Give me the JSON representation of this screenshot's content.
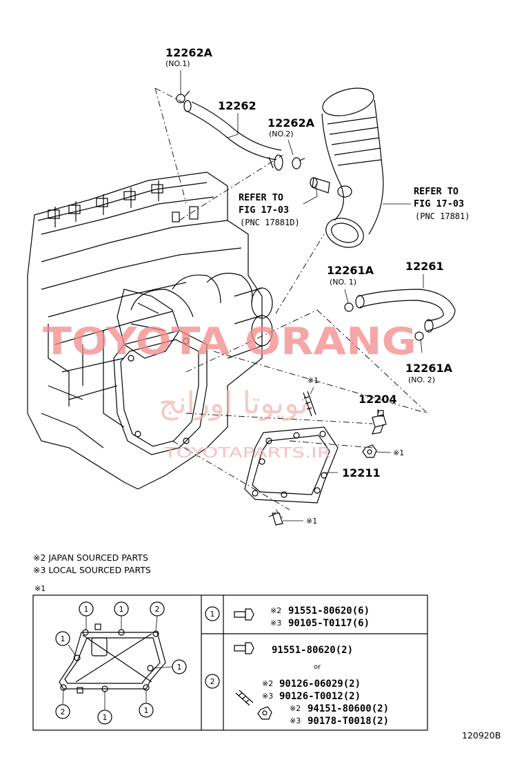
{
  "labels": {
    "p12262a_top": "12262A",
    "p12262a_top_sub": "(NO.1)",
    "p12262": "12262",
    "p12262a_mid": "12262A",
    "p12262a_mid_sub": "(NO.2)",
    "refer_left_1": "REFER TO",
    "refer_left_2": "FIG 17-03",
    "refer_left_3": "(PNC 17881D)",
    "refer_right_1": "REFER TO",
    "refer_right_2": "FIG 17-03",
    "refer_right_3": "(PNC 17881)",
    "p12261a_top": "12261A",
    "p12261a_top_sub": "(NO. 1)",
    "p12261": "12261",
    "p12261a_bot": "12261A",
    "p12261a_bot_sub": "(NO. 2)",
    "mark1_stud": "※1",
    "p12204": "12204",
    "mark1_nut": "※1",
    "p12211": "12211",
    "mark1_bolt": "※1"
  },
  "notes": {
    "japan": "※2 JAPAN SOURCED PARTS",
    "local": "※3 LOCAL SOURCED PARTS",
    "mark": "※1"
  },
  "table": {
    "row1": {
      "key": "1",
      "m1": "※2",
      "p1": "91551-80620(6)",
      "m2": "※3",
      "p2": "90105-T0117(6)"
    },
    "row2": {
      "key": "2",
      "p1": "91551-80620(2)",
      "or": "or",
      "m2": "※2",
      "p2": "90126-06029(2)",
      "m3": "※3",
      "p3": "90126-T0012(2)",
      "m4": "※2",
      "p4": "94151-80600(2)",
      "m5": "※3",
      "p5": "90178-T0018(2)"
    }
  },
  "detail_callouts": [
    "1",
    "1",
    "2",
    "1",
    "1",
    "2",
    "1",
    "1"
  ],
  "watermark": {
    "main": "TOYOTA ORANG",
    "arabic": "تويوتا اورانج",
    "site": "TOYOTAPARTS.IR"
  },
  "figure_code": "120920B"
}
